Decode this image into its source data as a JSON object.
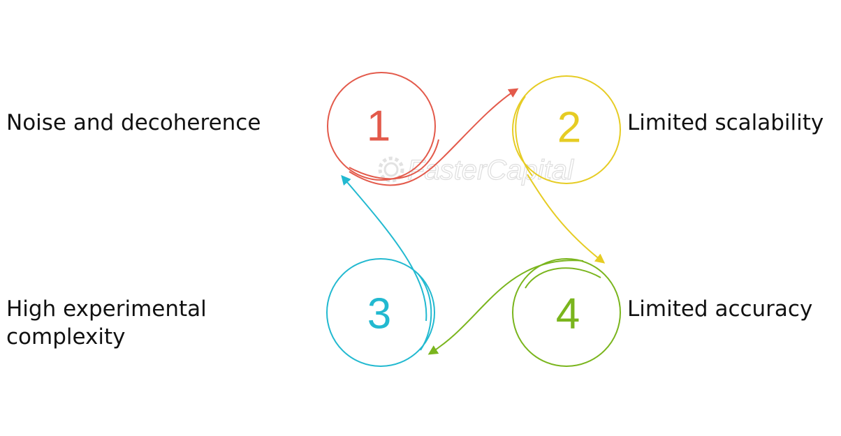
{
  "steps": [
    {
      "number": "1",
      "label": "Noise and decoherence",
      "color": "#e35a4b"
    },
    {
      "number": "2",
      "label": "Limited scalability",
      "color": "#e6cc24"
    },
    {
      "number": "3",
      "label_lines": [
        "High experimental",
        "complexity"
      ],
      "color": "#22b9d0"
    },
    {
      "number": "4",
      "label": "Limited accuracy",
      "color": "#7ab51d"
    }
  ],
  "watermark": {
    "text": "FasterCapital",
    "icon": "gear-icon"
  }
}
